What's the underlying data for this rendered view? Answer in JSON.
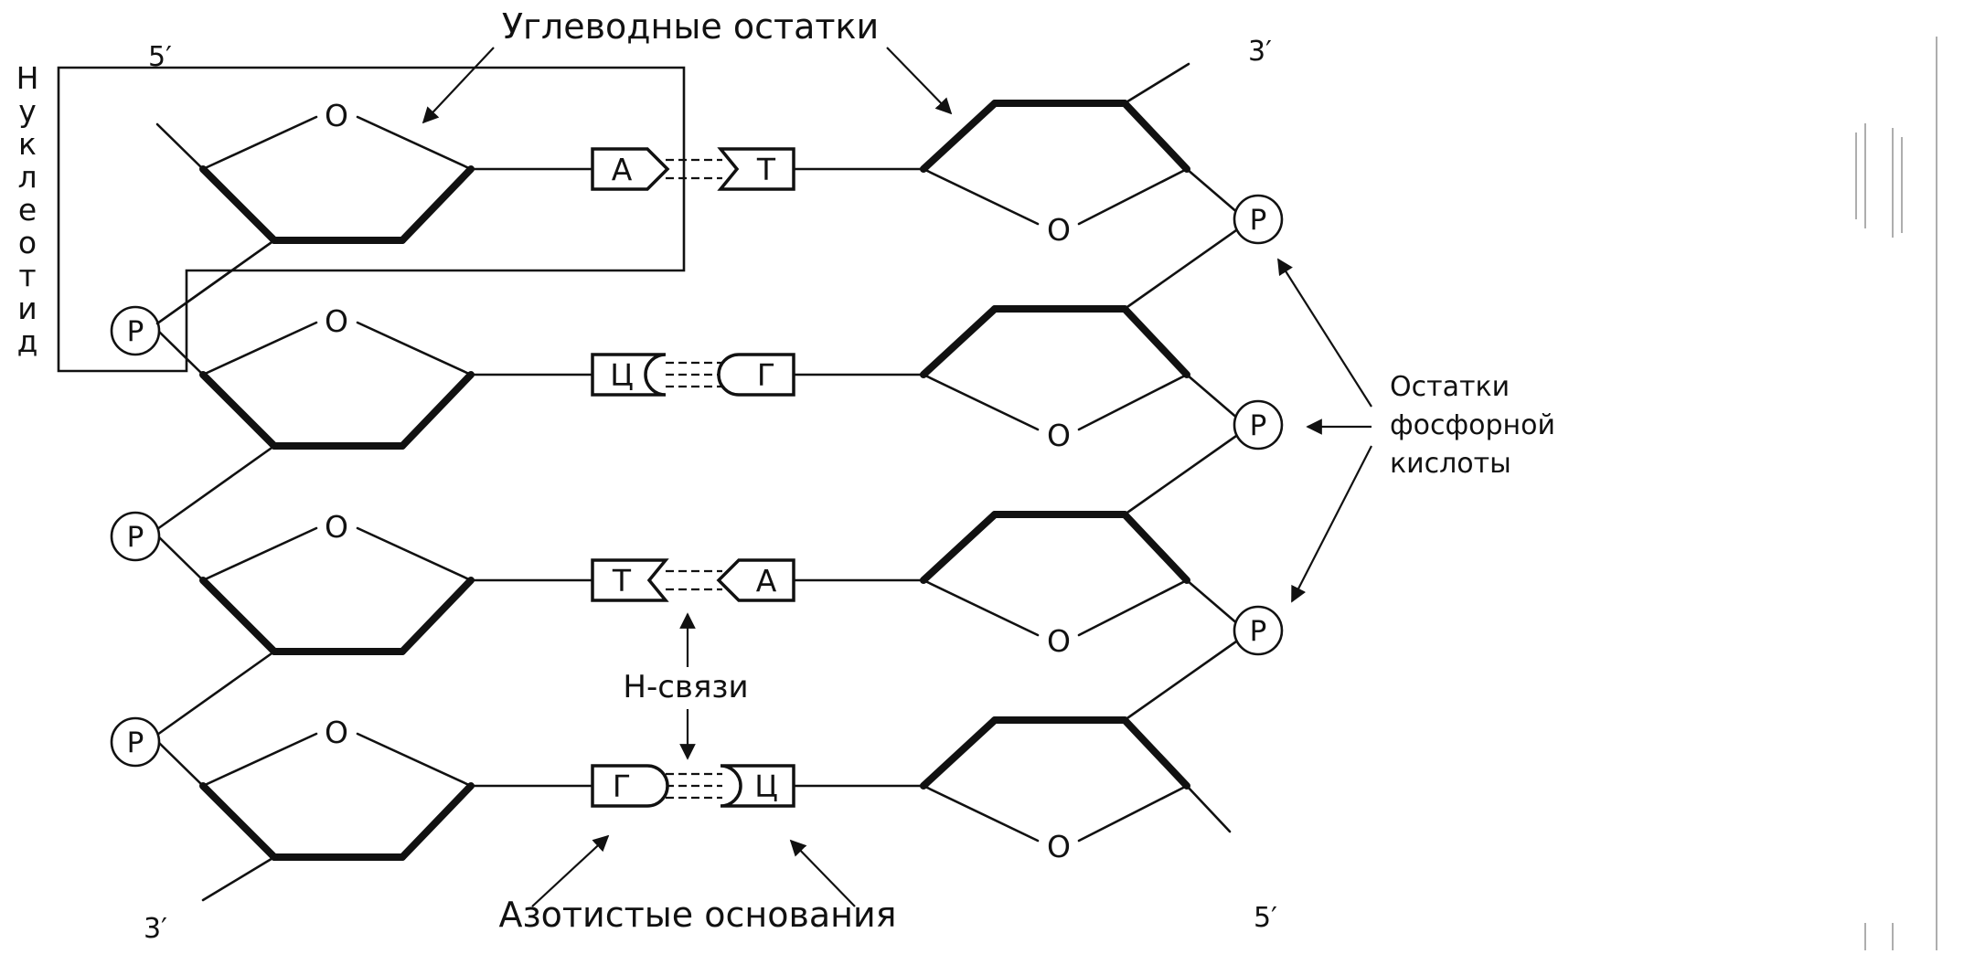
{
  "labels": {
    "carbohydrate": "Углеводные остатки",
    "nucleotide_letters": [
      "Н",
      "у",
      "к",
      "л",
      "е",
      "о",
      "т",
      "и",
      "д"
    ],
    "phosphate_line1": "Остатки",
    "phosphate_line2": "фосфорной",
    "phosphate_line3": "кислоты",
    "hbonds": "H-связи",
    "bases": "Азотистые основания"
  },
  "ends": {
    "top_left": "5′",
    "top_right": "3′",
    "bottom_left": "3′",
    "bottom_right": "5′"
  },
  "ring_oxygen": "O",
  "phosphate": "P",
  "base_pairs": [
    {
      "left": "А",
      "right": "Т",
      "left_shape": "point",
      "right_shape": "notch"
    },
    {
      "left": "Ц",
      "right": "Г",
      "left_shape": "cup",
      "right_shape": "round"
    },
    {
      "left": "Т",
      "right": "А",
      "left_shape": "notch",
      "right_shape": "point"
    },
    {
      "left": "Г",
      "right": "Ц",
      "left_shape": "round",
      "right_shape": "cup"
    }
  ]
}
